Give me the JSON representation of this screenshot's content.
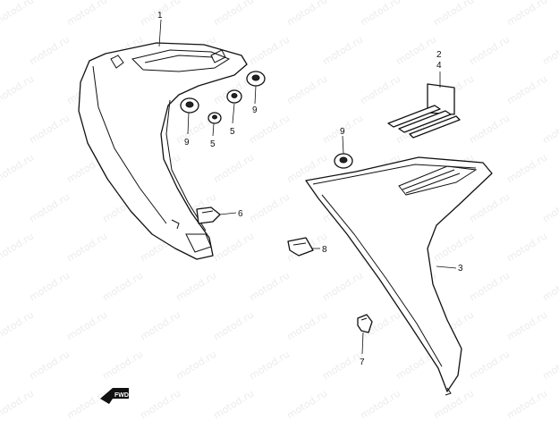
{
  "watermark_text": "motod.ru",
  "callouts": {
    "p1": "1",
    "p2": "2",
    "p3": "3",
    "p4": "4",
    "p5a": "5",
    "p5b": "5",
    "p6": "6",
    "p7": "7",
    "p8": "8",
    "p9a": "9",
    "p9b": "9",
    "p9c": "9"
  },
  "direction_badge": "FWD"
}
